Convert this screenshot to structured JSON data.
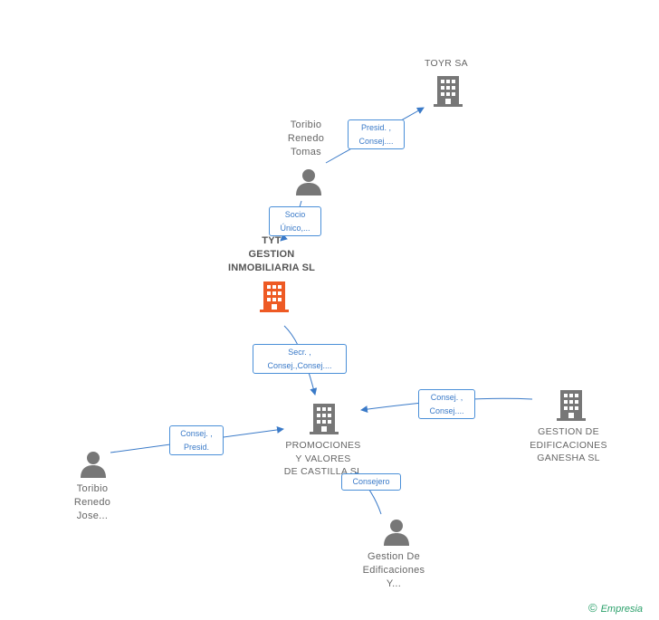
{
  "colors": {
    "edge": "#3a7ac8",
    "node_icon": "#777777",
    "focus_icon": "#ee5a24",
    "brand": "#2aa06a"
  },
  "nodes": {
    "toyr": {
      "kind": "company",
      "icon": "building-icon",
      "lines": [
        "TOYR SA"
      ]
    },
    "toribio_tomas": {
      "kind": "person",
      "icon": "person-icon",
      "lines": [
        "Toribio",
        "Renedo",
        "Tomas"
      ]
    },
    "tyt": {
      "kind": "focus",
      "icon": "building-icon",
      "lines": [
        "TYT",
        "GESTION",
        "INMOBILIARIA SL"
      ]
    },
    "promociones": {
      "kind": "company",
      "icon": "building-icon",
      "lines": [
        "PROMOCIONES",
        "Y VALORES",
        "DE CASTILLA SL"
      ]
    },
    "ganesha": {
      "kind": "company",
      "icon": "building-icon",
      "lines": [
        "GESTION DE",
        "EDIFICACIONES",
        "GANESHA SL"
      ]
    },
    "toribio_jose": {
      "kind": "person",
      "icon": "person-icon",
      "lines": [
        "Toribio",
        "Renedo",
        "Jose..."
      ]
    },
    "gestion_y": {
      "kind": "person",
      "icon": "person-icon",
      "lines": [
        "Gestion De",
        "Edificaciones",
        "Y..."
      ]
    }
  },
  "edges": {
    "presid_toyr": {
      "lines": [
        "Presid. ,",
        "Consej...."
      ]
    },
    "socio_unico": {
      "lines": [
        "Socio",
        "Único,..."
      ]
    },
    "secr": {
      "lines": [
        "Secr. ,",
        "Consej.,Consej...."
      ]
    },
    "consej_ganesha": {
      "lines": [
        "Consej. ,",
        "Consej...."
      ]
    },
    "consej_presid": {
      "lines": [
        "Consej. ,",
        "Presid."
      ]
    },
    "consejero": {
      "lines": [
        "Consejero"
      ]
    }
  },
  "brand": {
    "copyright": "©",
    "name": "Empresia"
  }
}
